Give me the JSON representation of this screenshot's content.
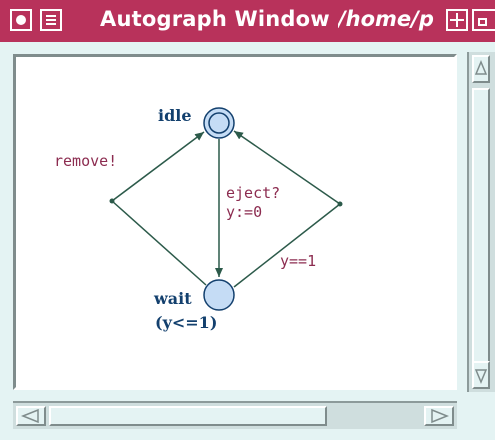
{
  "window": {
    "title": "Autograph Window",
    "path": "/home/p"
  },
  "automaton": {
    "locations": [
      {
        "id": "idle",
        "name": "idle",
        "initial": true,
        "invariant": ""
      },
      {
        "id": "wait",
        "name": "wait",
        "initial": false,
        "invariant": "(y<=1)"
      }
    ],
    "edges": [
      {
        "id": "idle-to-wait",
        "from": "idle",
        "to": "wait",
        "sync": "eject?",
        "update": "y:=0",
        "guard": ""
      },
      {
        "id": "wait-to-idle-left",
        "from": "wait",
        "to": "idle",
        "sync": "remove!",
        "update": "",
        "guard": ""
      },
      {
        "id": "wait-to-idle-right",
        "from": "wait",
        "to": "idle",
        "sync": "",
        "update": "",
        "guard": "y==1"
      }
    ],
    "colors": {
      "location_fill": "#c5dcf5",
      "location_stroke": "#13406e",
      "edge": "#2c5a4a",
      "label": "#8c2c50",
      "location_label": "#13406e"
    }
  },
  "icons": {
    "window_menu": "window-menu-icon",
    "shade": "shade-icon",
    "maximize": "maximize-icon",
    "iconify": "iconify-icon",
    "scroll_up": "arrow-up-icon",
    "scroll_down": "arrow-down-icon",
    "scroll_left": "arrow-left-icon",
    "scroll_right": "arrow-right-icon"
  }
}
